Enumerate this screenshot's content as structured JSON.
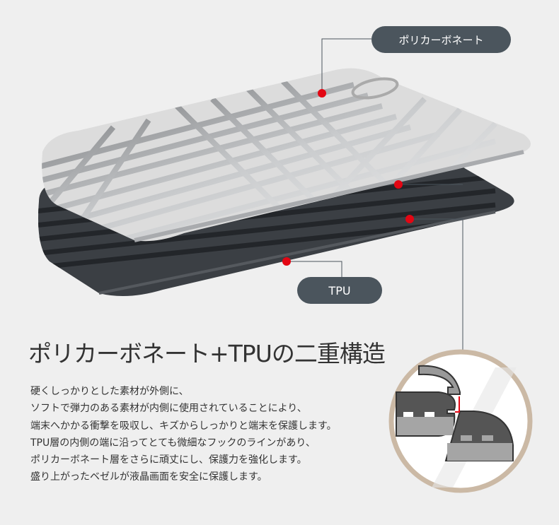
{
  "labels": {
    "polycarbonate": "ポリカーボネート",
    "tpu": "TPU"
  },
  "heading": "ポリカーボネート+TPUの二重構造",
  "description": [
    "硬くしっかりとした素材が外側に、",
    "ソフトで弾力のある素材が内側に使用されていることにより、",
    "端末へかかる衝撃を吸収し、キズからしっかりと端末を保護します。",
    "TPU層の内側の端に沿ってとても微細なフックのラインがあり、",
    "ポリカーボネート層をさらに頑丈にし、保護力を強化します。",
    "盛り上がったベゼルが液晶画面を安全に保護します。"
  ],
  "colors": {
    "background": "#efefef",
    "pill": "#4b555d",
    "marker": "#e30613",
    "ring": "#cbb9a5"
  }
}
